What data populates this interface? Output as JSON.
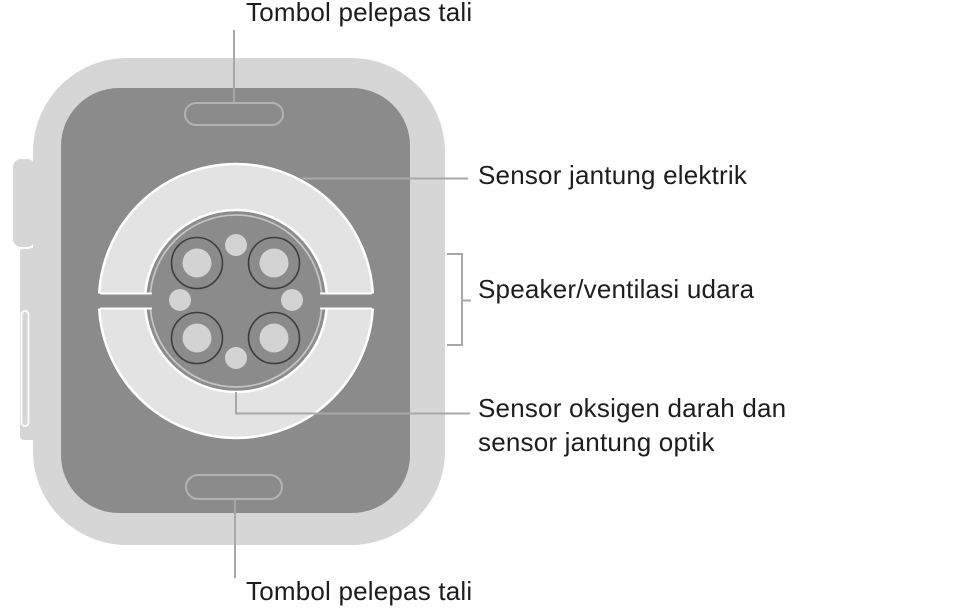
{
  "labels": {
    "band_release_top": "Tombol pelepas tali",
    "electrical_heart_sensor": "Sensor jantung elektrik",
    "speaker_air_vent": "Speaker/ventilasi udara",
    "blood_oxygen_optical_heart": {
      "lines": [
        "Sensor oksigen darah dan",
        "sensor jantung optik"
      ]
    },
    "band_release_bottom": "Tombol pelepas tali"
  },
  "colors": {
    "page_bg": "#ffffff",
    "case_gray": "#d6d6d6",
    "crystal_gray": "#8b8b8b",
    "sensor_ring_gray": "#e3e3e3",
    "lens_fill_gray": "#d3d3d3",
    "lens_outline": "#3d3d3d",
    "inner_ring_outline": "#c3c3c3",
    "pill_outline": "#b3b3b3",
    "callout_line": "#a8a8a8",
    "outline_white": "#ffffff",
    "label_text": "#1d1d1f"
  }
}
